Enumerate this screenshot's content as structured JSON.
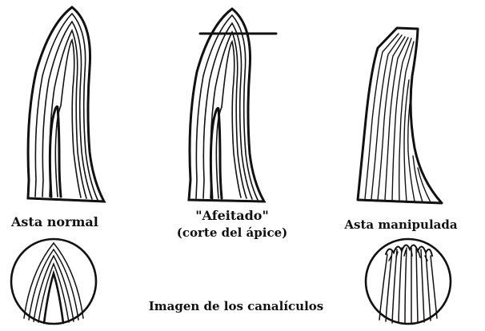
{
  "captions": {
    "normal": "Asta normal",
    "afeitado_line1": "\"Afeitado\"",
    "afeitado_line2": "(corte del ápice)",
    "manipulada": "Asta manipulada",
    "canaliculos": "Imagen de los canalículos"
  },
  "colors": {
    "ink": "#111111",
    "background": "#ffffff"
  }
}
